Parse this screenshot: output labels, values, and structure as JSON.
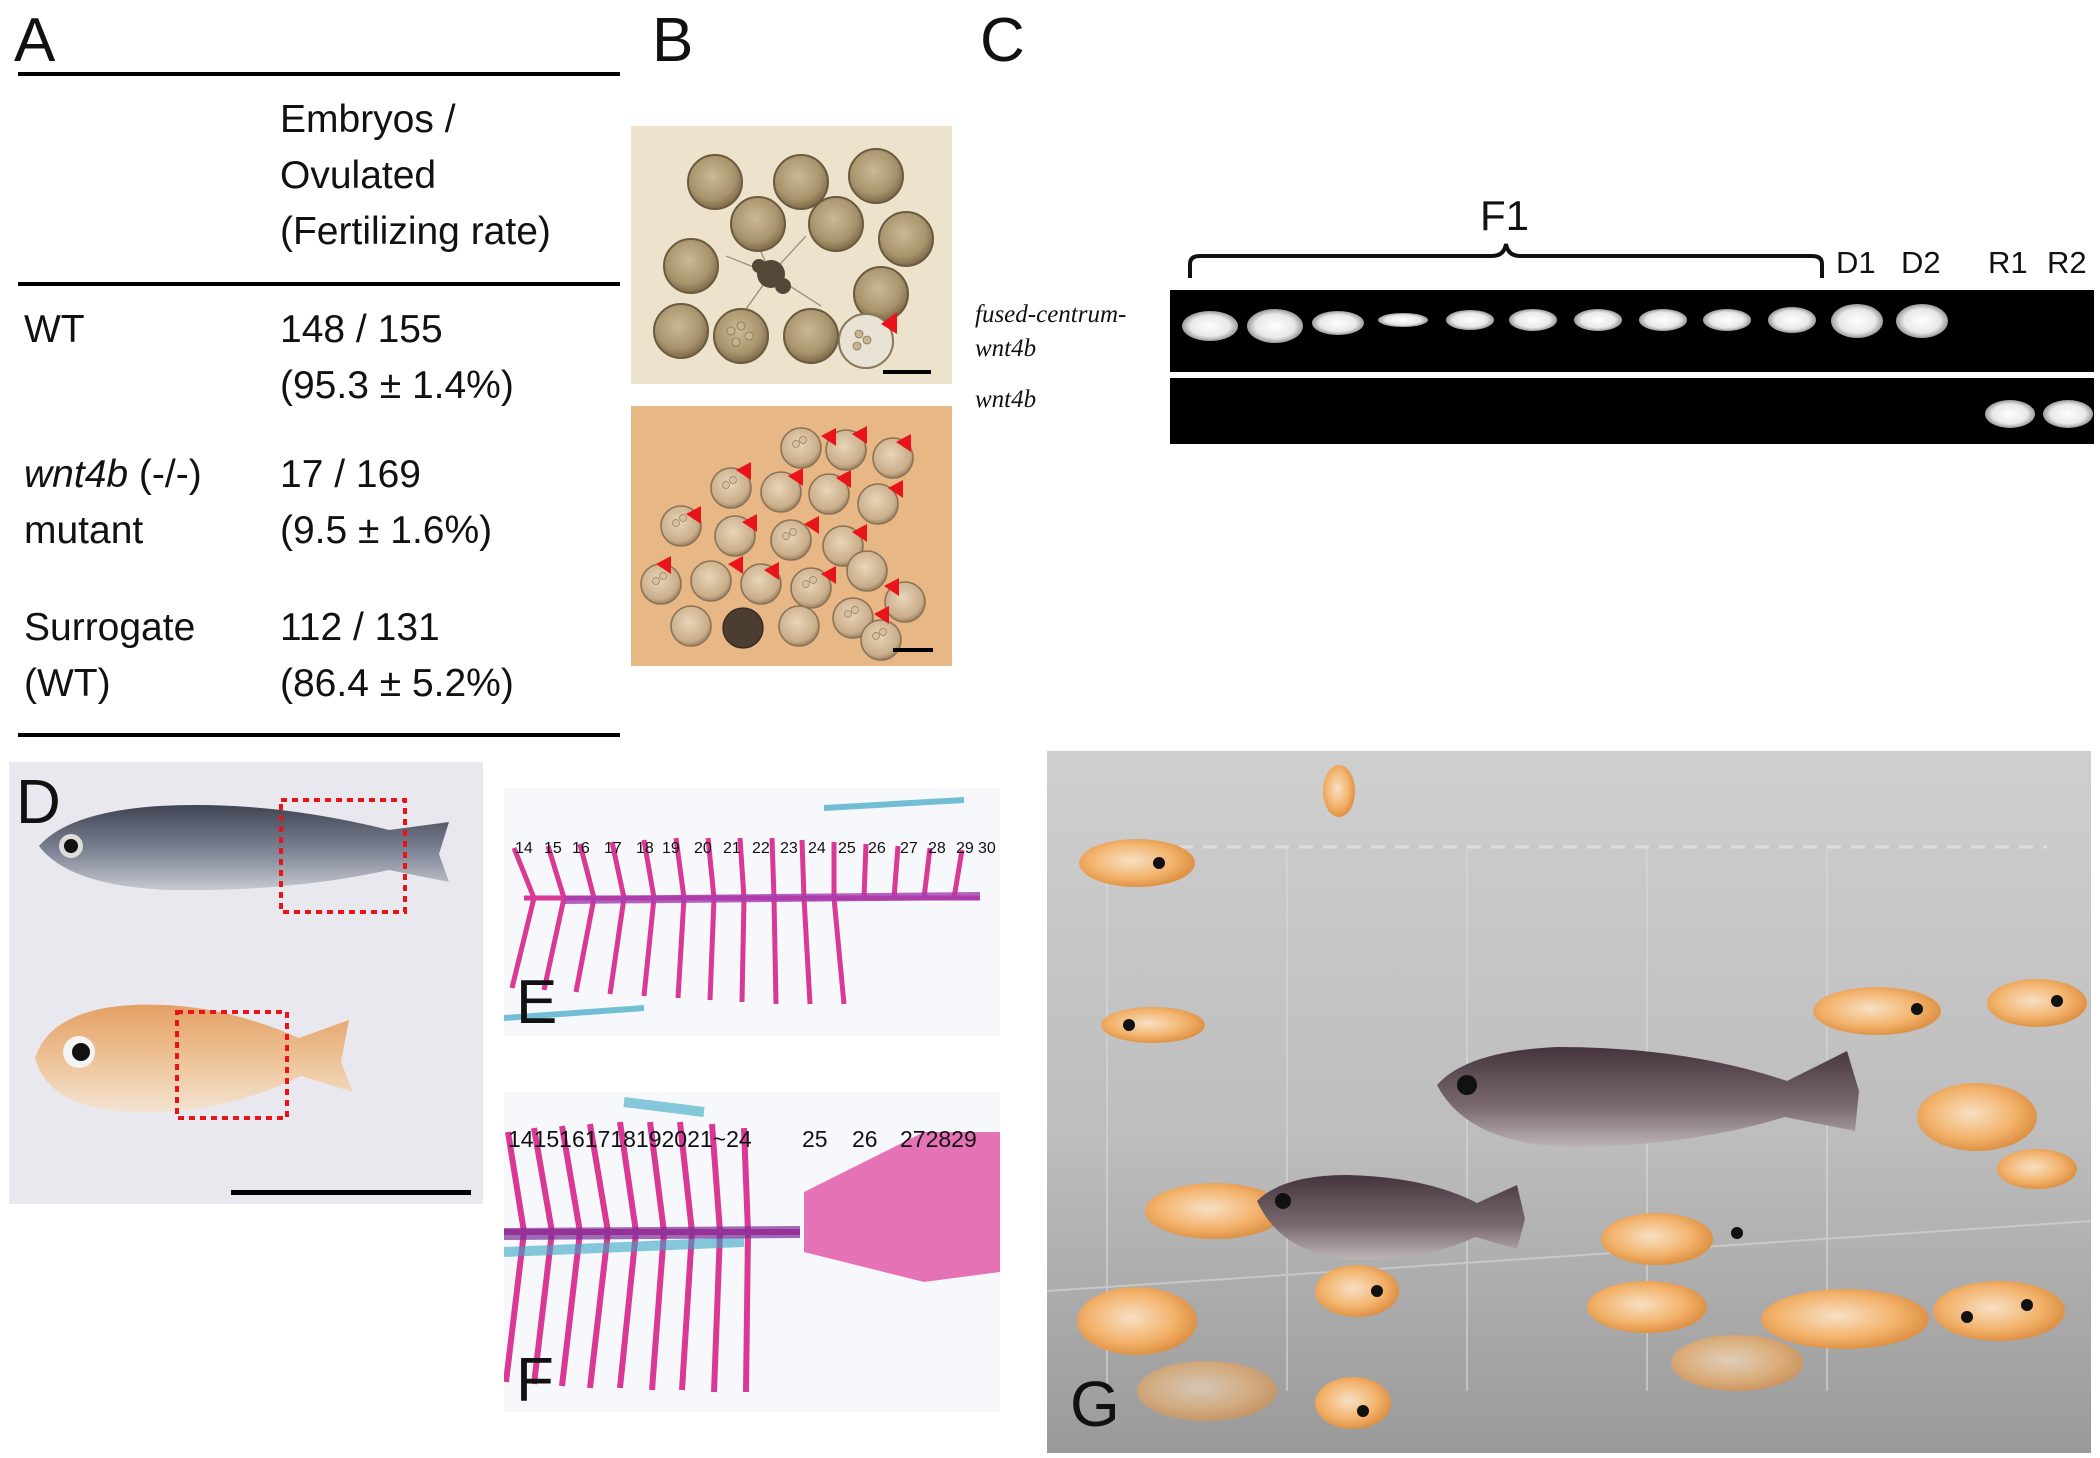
{
  "panels": {
    "a": "A",
    "b": "B",
    "c": "C",
    "d": "D",
    "e": "E",
    "f": "F",
    "g": "G"
  },
  "table": {
    "header_lines": [
      "Embryos /",
      "Ovulated",
      "(Fertilizing rate)"
    ],
    "rows": [
      {
        "label_lines": [
          "WT"
        ],
        "value_lines": [
          "148 / 155",
          "(95.3 ± 1.4%)"
        ]
      },
      {
        "label_italic": "wnt4b",
        "label_suffix": " (-/-)",
        "label_line2": "mutant",
        "value_lines": [
          "17 / 169",
          "(9.5 ± 1.6%)"
        ]
      },
      {
        "label_lines": [
          "Surrogate",
          "(WT)"
        ],
        "value_lines": [
          "112 / 131",
          " (86.4 ± 5.2%)"
        ]
      }
    ]
  },
  "gel": {
    "group_label": "F1",
    "lane_labels": [
      "D1",
      "D2",
      "R1",
      "R2"
    ],
    "row1_label_lines": [
      "fused-centrum-",
      "wnt4b"
    ],
    "row2_label": "wnt4b"
  },
  "skeleton": {
    "e_numbers": [
      "14",
      "15",
      "16",
      "17",
      "18",
      "19",
      "20",
      "21",
      "22",
      "23",
      "24",
      "25",
      "26",
      "27",
      "28",
      "29",
      "30"
    ],
    "f_numbers": [
      "1415161718192021~24",
      "25",
      "26",
      "272829"
    ]
  },
  "colors": {
    "arrow": "#e8141a",
    "dashed_box": "#e8141a",
    "stain_red": "#d6248a",
    "stain_blue": "#3aa7c4"
  },
  "icons": [
    "triangle-arrow-icon"
  ]
}
